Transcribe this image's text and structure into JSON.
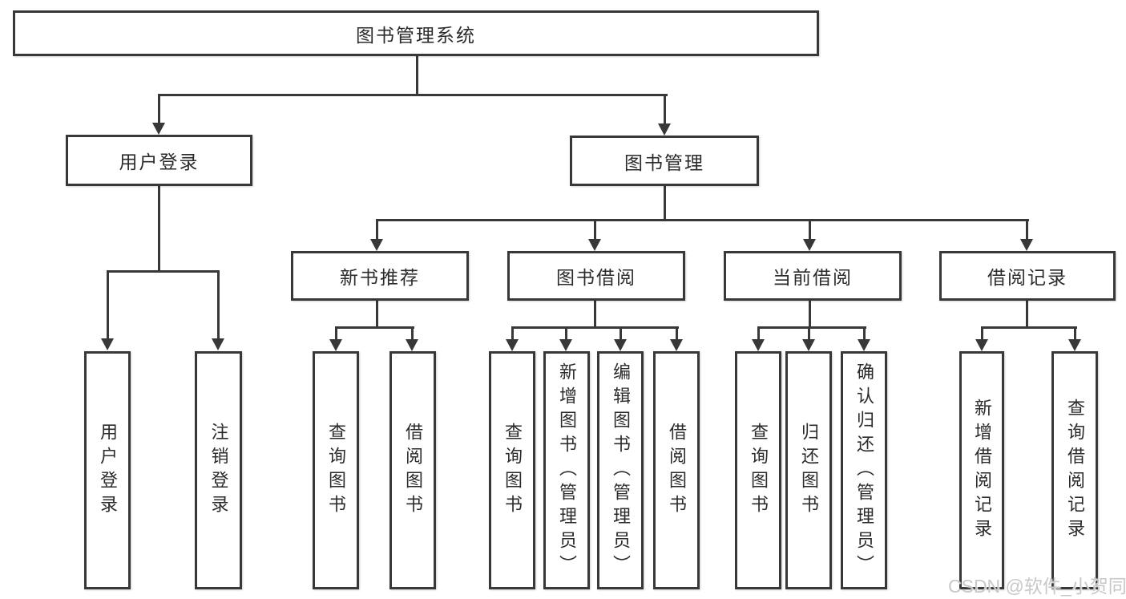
{
  "tree": {
    "root": {
      "label": "图书管理系统",
      "children": [
        {
          "label": "用户登录",
          "children": [
            {
              "label": "用户登录"
            },
            {
              "label": "注销登录"
            }
          ]
        },
        {
          "label": "图书管理",
          "children": [
            {
              "label": "新书推荐",
              "children": [
                {
                  "label": "查询图书"
                },
                {
                  "label": "借阅图书"
                }
              ]
            },
            {
              "label": "图书借阅",
              "children": [
                {
                  "label": "查询图书"
                },
                {
                  "label": "新增图书（管理员）"
                },
                {
                  "label": "编辑图书（管理员）"
                },
                {
                  "label": "借阅图书"
                }
              ]
            },
            {
              "label": "当前借阅",
              "children": [
                {
                  "label": "查询图书"
                },
                {
                  "label": "归还图书"
                },
                {
                  "label": "确认归还（管理员）"
                }
              ]
            },
            {
              "label": "借阅记录",
              "children": [
                {
                  "label": "新增借阅记录"
                },
                {
                  "label": "查询借阅记录"
                }
              ]
            }
          ]
        }
      ]
    }
  },
  "watermark": "CSDN @软件_小贺同学",
  "colors": {
    "line": "#383838",
    "text": "#2b2b2b",
    "background": "#ffffff",
    "watermark": "#c8c8c8"
  }
}
